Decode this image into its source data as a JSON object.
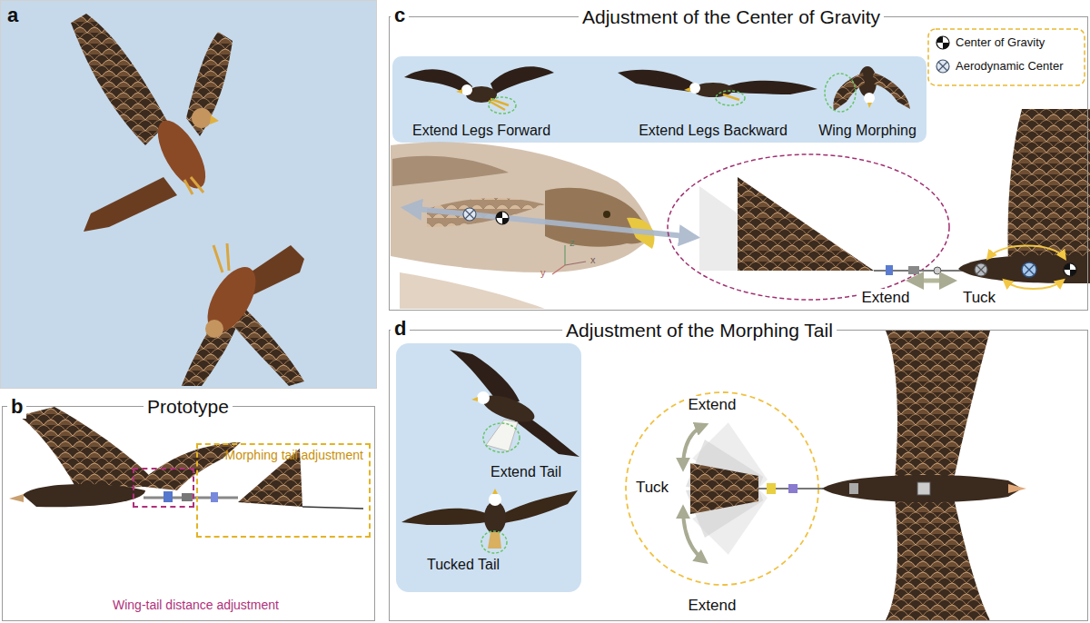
{
  "diagram": {
    "nodes": [
      {
        "text": [
          "a"
        ]
      },
      {
        "text": [
          "b",
          "Prototype"
        ]
      },
      {
        "text": [
          "Morphing tail adjustment"
        ],
        "in": 1
      },
      {
        "text": [
          "Wing-tail distance adjustment"
        ],
        "in": 1
      },
      {
        "text": [
          "c",
          "Adjustment of the Center of Gravity"
        ]
      },
      {
        "text": [
          "Extend Legs Forward",
          "Extend Legs Backward",
          "Wing Morphing"
        ],
        "in": 4
      },
      {
        "text": [
          "d",
          "Adjustment of the Morphing Tail"
        ]
      },
      {
        "text": [
          "Extend Tail",
          "Tucked Tail"
        ],
        "in": 6
      }
    ],
    "labels": [
      "z",
      "x",
      "y",
      "Extend",
      "Tuck",
      "Extend",
      "Tuck",
      "Extend"
    ],
    "legend": [
      {
        "text": "Center of Gravity"
      },
      {
        "text": "Aerodynamic Center"
      }
    ]
  }
}
